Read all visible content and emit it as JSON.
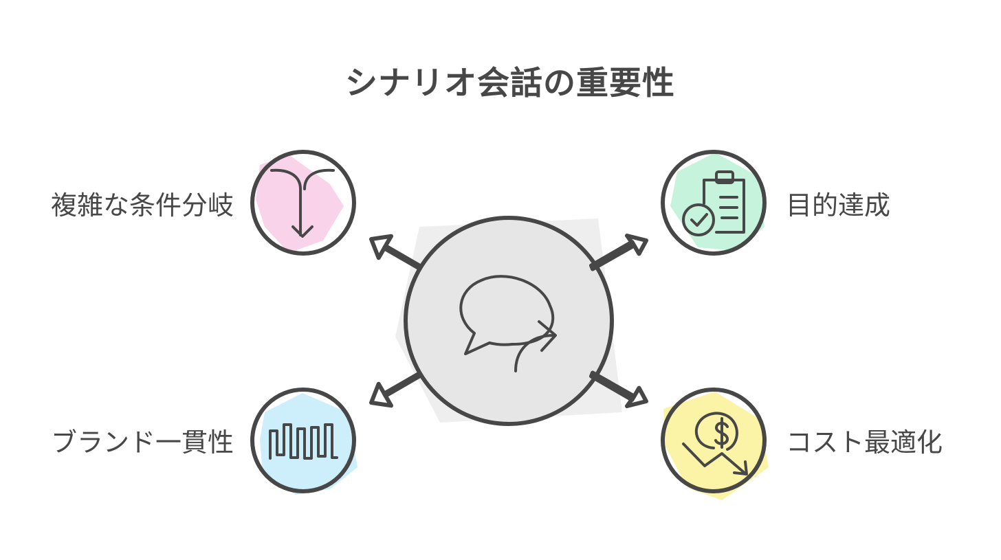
{
  "title": "シナリオ会話の重要性",
  "center": {
    "icon": "chat-bubble-forward-icon"
  },
  "items": [
    {
      "label": "複雑な条件分岐",
      "icon": "branch-arrow-icon",
      "color": "#f9d3ea"
    },
    {
      "label": "ブランド一貫性",
      "icon": "wave-pattern-icon",
      "color": "#cdeefb"
    },
    {
      "label": "目的達成",
      "icon": "clipboard-check-icon",
      "color": "#c6f3dc"
    },
    {
      "label": "コスト最適化",
      "icon": "dollar-decrease-icon",
      "color": "#fbf3a6"
    }
  ],
  "colors": {
    "stroke": "#474747",
    "center_fill": "#e6e6e6",
    "hatch": "#eeeeee"
  }
}
